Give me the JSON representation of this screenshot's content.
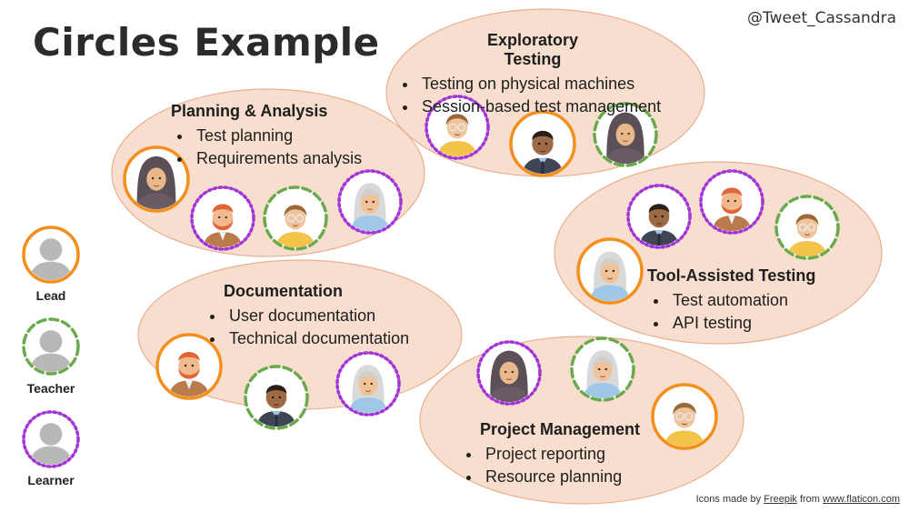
{
  "title": "Circles Example",
  "handle": "@Tweet_Cassandra",
  "credit": {
    "prefix": "Icons made by",
    "author": "Freepik",
    "middle": "from",
    "site": "www.flaticon.com"
  },
  "colors": {
    "circle_fill": "#f6d3bd",
    "circle_stroke": "#e7b08f",
    "lead": "#f38f1d",
    "teacher": "#6aaa4d",
    "learner": "#a335d8"
  },
  "legend": [
    {
      "role": "lead",
      "label": "Lead"
    },
    {
      "role": "teacher",
      "label": "Teacher"
    },
    {
      "role": "learner",
      "label": "Learner"
    }
  ],
  "groups": [
    {
      "id": "planning",
      "title": "Planning & Analysis",
      "items": [
        "Test planning",
        "Requirements analysis"
      ],
      "members": [
        {
          "avatar": "hijab-woman",
          "role": "lead"
        },
        {
          "avatar": "redhead-bearded-man",
          "role": "learner"
        },
        {
          "avatar": "glasses-woman",
          "role": "teacher"
        },
        {
          "avatar": "gray-haired-woman",
          "role": "learner"
        }
      ]
    },
    {
      "id": "exploratory",
      "title": "Exploratory Testing",
      "items": [
        "Testing on physical machines",
        "Session-based test management"
      ],
      "members": [
        {
          "avatar": "glasses-woman",
          "role": "learner"
        },
        {
          "avatar": "dark-skinned-man",
          "role": "lead"
        },
        {
          "avatar": "hijab-woman",
          "role": "teacher"
        }
      ]
    },
    {
      "id": "tool-assisted",
      "title": "Tool-Assisted Testing",
      "items": [
        "Test automation",
        "API testing"
      ],
      "members": [
        {
          "avatar": "dark-skinned-man",
          "role": "learner"
        },
        {
          "avatar": "redhead-bearded-man",
          "role": "learner"
        },
        {
          "avatar": "glasses-woman",
          "role": "teacher"
        },
        {
          "avatar": "gray-haired-woman",
          "role": "lead"
        }
      ]
    },
    {
      "id": "documentation",
      "title": "Documentation",
      "items": [
        "User documentation",
        "Technical documentation"
      ],
      "members": [
        {
          "avatar": "redhead-bearded-man",
          "role": "lead"
        },
        {
          "avatar": "dark-skinned-man",
          "role": "teacher"
        },
        {
          "avatar": "gray-haired-woman",
          "role": "learner"
        }
      ]
    },
    {
      "id": "project-management",
      "title": "Project Management",
      "items": [
        "Project reporting",
        "Resource planning"
      ],
      "members": [
        {
          "avatar": "hijab-woman",
          "role": "learner"
        },
        {
          "avatar": "gray-haired-woman",
          "role": "teacher"
        },
        {
          "avatar": "glasses-woman",
          "role": "lead"
        }
      ]
    }
  ]
}
